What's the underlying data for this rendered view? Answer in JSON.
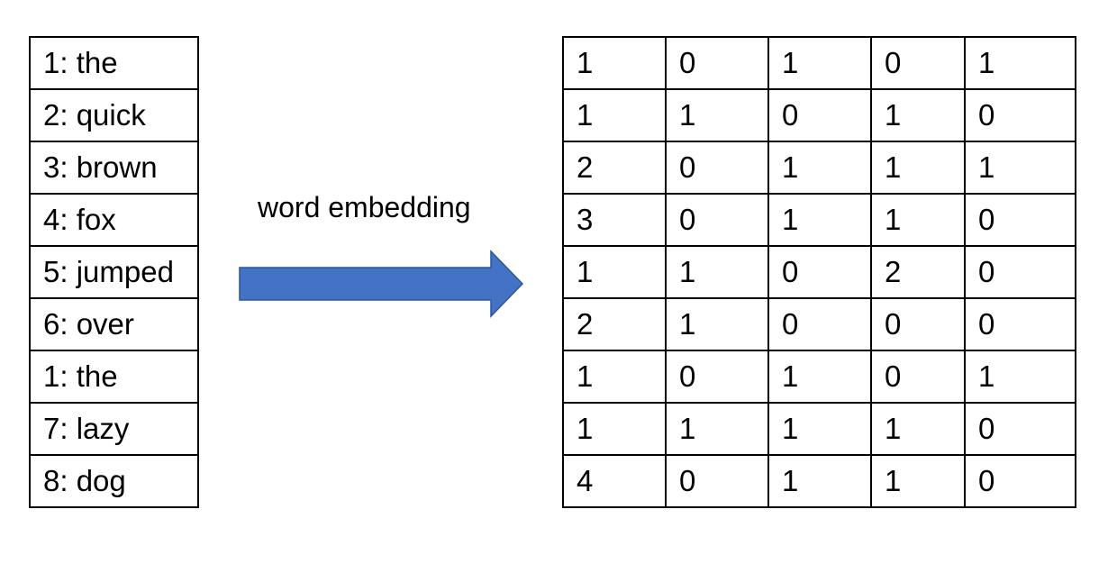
{
  "vocabulary": [
    "1: the",
    "2: quick",
    "3: brown",
    "4: fox",
    "5: jumped",
    "6: over",
    "1: the",
    "7: lazy",
    "8: dog"
  ],
  "arrow": {
    "label": "word embedding",
    "fill": "#4472C4",
    "stroke": "#2F5597"
  },
  "embedding_matrix": [
    [
      "1",
      "0",
      "1",
      "0",
      "1"
    ],
    [
      "1",
      "1",
      "0",
      "1",
      "0"
    ],
    [
      "2",
      "0",
      "1",
      "1",
      "1"
    ],
    [
      "3",
      "0",
      "1",
      "1",
      "0"
    ],
    [
      "1",
      "1",
      "0",
      "2",
      "0"
    ],
    [
      "2",
      "1",
      "0",
      "0",
      "0"
    ],
    [
      "1",
      "0",
      "1",
      "0",
      "1"
    ],
    [
      "1",
      "1",
      "1",
      "1",
      "0"
    ],
    [
      "4",
      "0",
      "1",
      "1",
      "0"
    ]
  ]
}
